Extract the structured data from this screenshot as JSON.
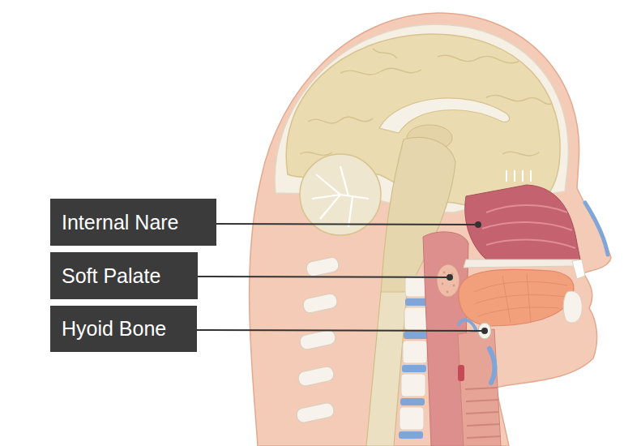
{
  "diagram": {
    "nodes": [
      {
        "text": [
          "Internal Nare"
        ]
      },
      {
        "text": [
          "Soft Palate"
        ]
      },
      {
        "text": [
          "Hyoid Bone"
        ]
      }
    ]
  }
}
